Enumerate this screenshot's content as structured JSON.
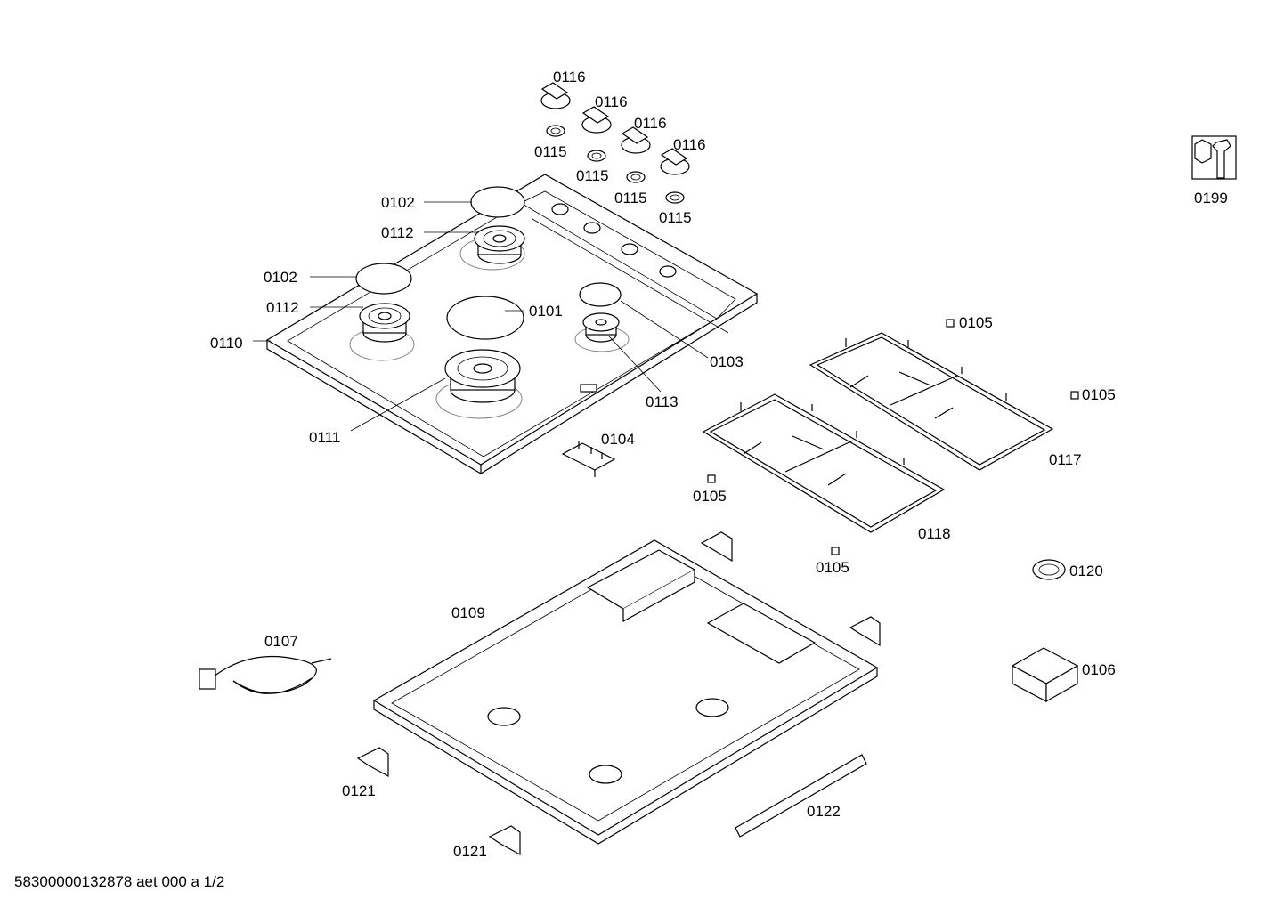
{
  "callouts": [
    "0116",
    "0116",
    "0116",
    "0116",
    "0115",
    "0115",
    "0115",
    "0115",
    "0199",
    "0102",
    "0112",
    "0102",
    "0112",
    "0101",
    "0110",
    "0103",
    "0113",
    "0111",
    "0105",
    "0105",
    "0117",
    "0104",
    "0105",
    "0118",
    "0105",
    "0120",
    "0109",
    "0107",
    "0106",
    "0121",
    "0122",
    "0121"
  ],
  "footer": {
    "doc_id": "58300000132878 aet 000 a 1/2"
  }
}
